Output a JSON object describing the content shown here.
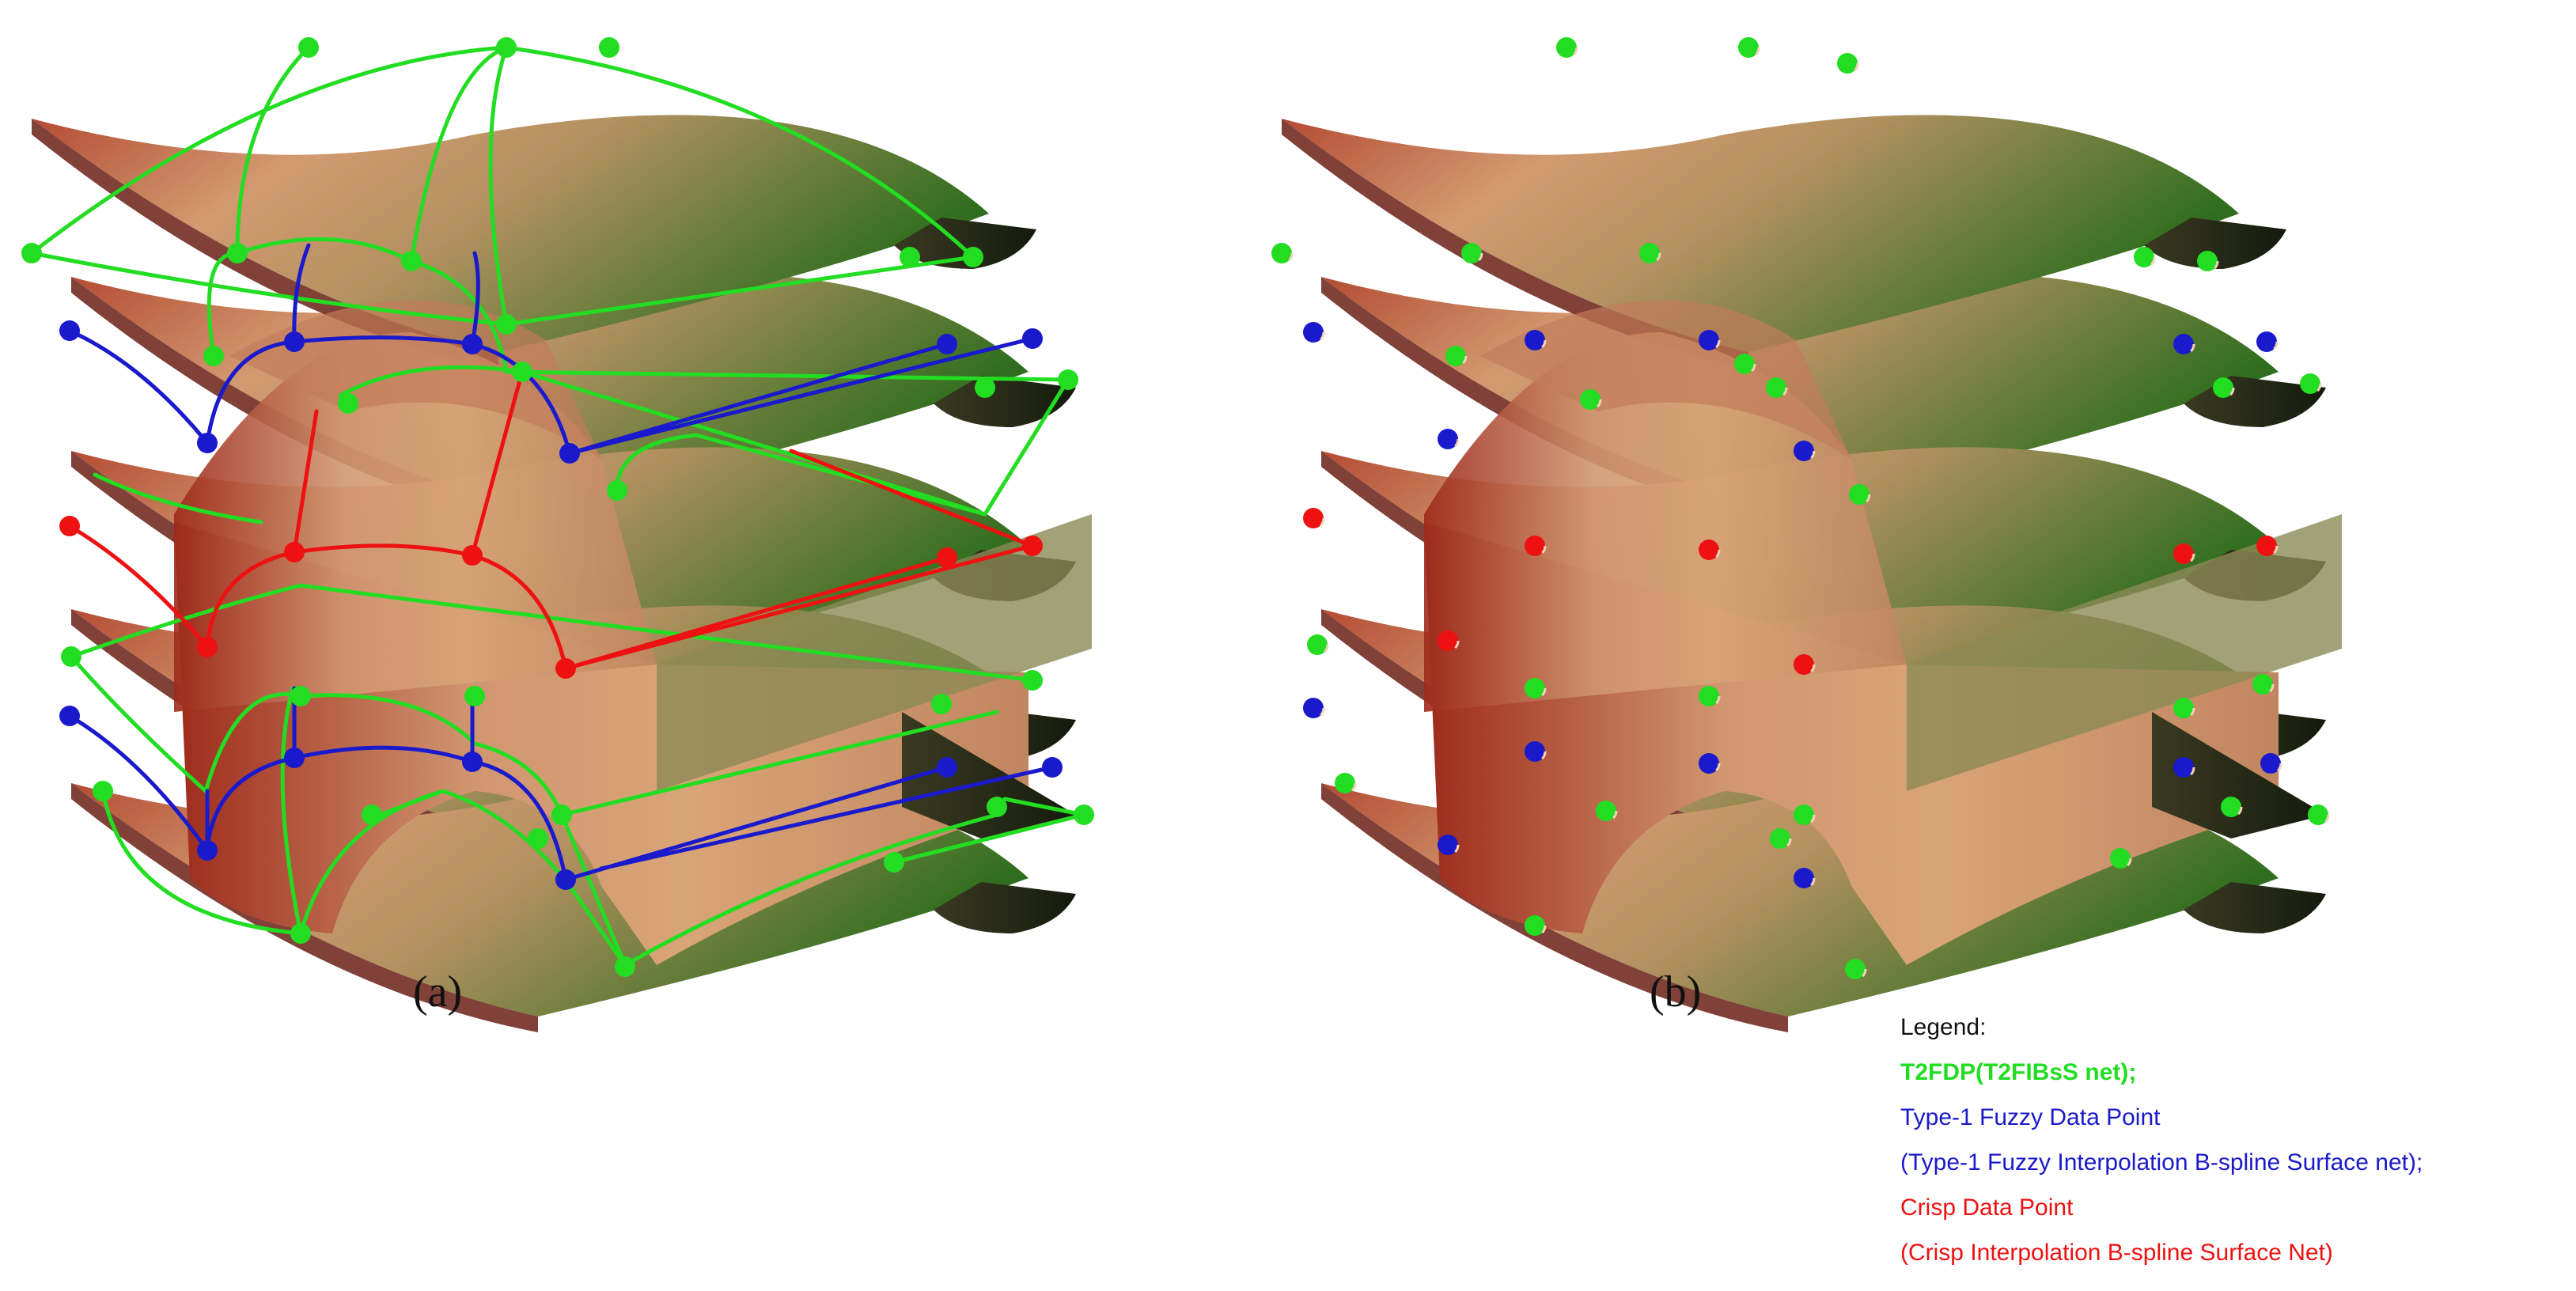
{
  "panels": [
    {
      "label": "(a)",
      "show_net": true
    },
    {
      "label": "(b)",
      "show_net": false
    }
  ],
  "legend": {
    "title": "Legend:",
    "entries": [
      {
        "text": "T2FDP(T2FIBsS net);",
        "color": "#22dd22"
      },
      {
        "text": "Type-1 Fuzzy Data Point",
        "color": "#1a1acc"
      },
      {
        "text": "(Type-1 Fuzzy Interpolation B-spline Surface net);",
        "color": "#1a1acc"
      },
      {
        "text": "Crisp Data Point",
        "color": "#ee1111"
      },
      {
        "text": "(Crisp Interpolation B-spline Surface Net)",
        "color": "#ee1111"
      }
    ]
  },
  "colors": {
    "fdp_green": "#22dd22",
    "type1_blue": "#1a1acc",
    "crisp_red": "#ee1111",
    "surface_light": "#d9a477",
    "surface_red": "#a8291c",
    "surface_green": "#2f6e1e",
    "surface_dark": "#1f2412"
  }
}
